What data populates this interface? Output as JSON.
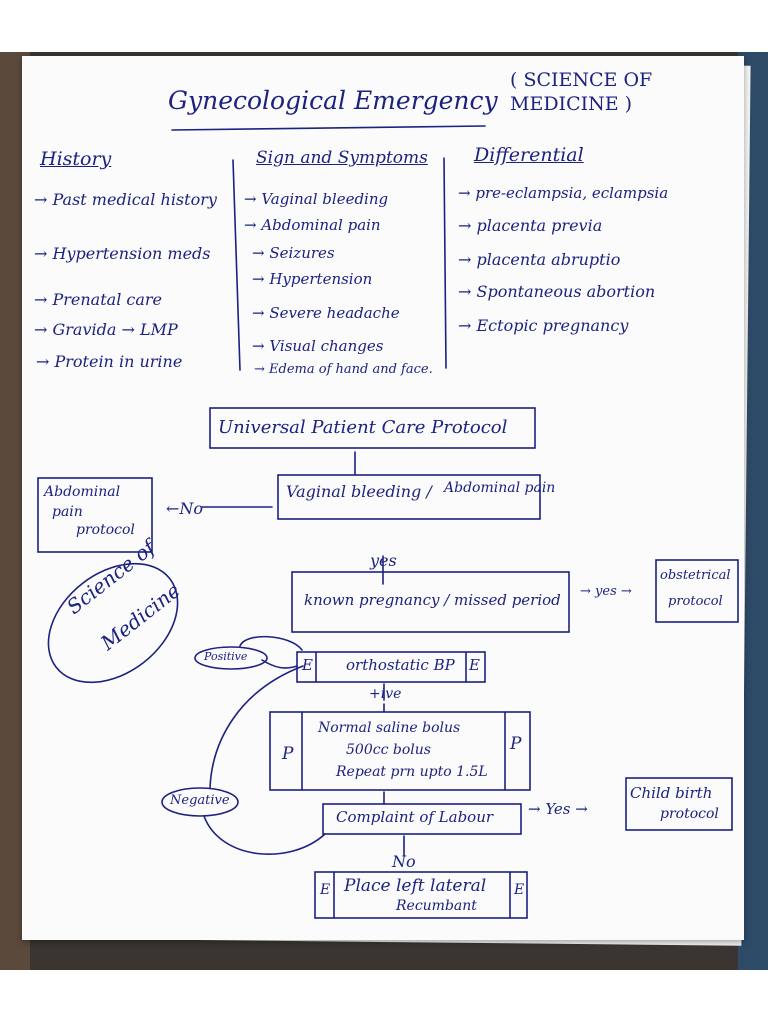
{
  "header": {
    "title": "Gynecological Emergency",
    "source_note": "( SCIENCE OF MEDICINE )"
  },
  "columns": [
    {
      "heading": "History",
      "items": [
        "→ Past medical history",
        "→ Hypertension meds",
        "→ Prenatal care",
        "→ Gravida → LMP",
        "→ Protein in urine"
      ]
    },
    {
      "heading": "Sign and Symptoms",
      "items": [
        "→ Vaginal bleeding",
        "→ Abdominal pain",
        "→ Seizures",
        "→ Hypertension",
        "→ Severe headache",
        "→ Visual changes",
        "→ Edema of hand and face."
      ]
    },
    {
      "heading": "Differential",
      "items": [
        "→ pre-eclampsia, eclampsia",
        "→ placenta previa",
        "→ placenta abruptio",
        "→ Spontaneous abortion",
        "→ Ectopic pregnancy"
      ]
    }
  ],
  "flow": {
    "universal": "Universal Patient Care Protocol",
    "bleeding_a": "Vaginal bleeding /",
    "bleeding_b": "Abdominal pain",
    "abd_protocol_a": "Abdominal",
    "abd_protocol_b": "pain",
    "abd_protocol_c": "protocol",
    "no1": "←No",
    "yes1": "yes",
    "known": "known pregnancy / missed period",
    "yes2": "→ yes →",
    "obstetrical_a": "obstetrical",
    "obstetrical_b": "protocol",
    "positive": "Positive",
    "orthostatic": "orthostatic BP",
    "e_left": "E",
    "e_right": "E",
    "plus_ive": "+ive",
    "saline_1": "Normal saline bolus",
    "saline_2": "500cc bolus",
    "saline_3": "Repeat prn upto 1.5L",
    "p_left": "P",
    "p_right": "P",
    "negative": "Negative",
    "labour": "Complaint of Labour",
    "yes3": "→ Yes →",
    "childbirth_a": "Child birth",
    "childbirth_b": "protocol",
    "no2": "No",
    "left_lateral_a": "Place left lateral",
    "left_lateral_b": "Recumbant",
    "e3_left": "E",
    "e3_right": "E"
  },
  "stamp": {
    "line1": "Science of",
    "line2": "Medicine"
  },
  "ink_color": "#1c2280"
}
